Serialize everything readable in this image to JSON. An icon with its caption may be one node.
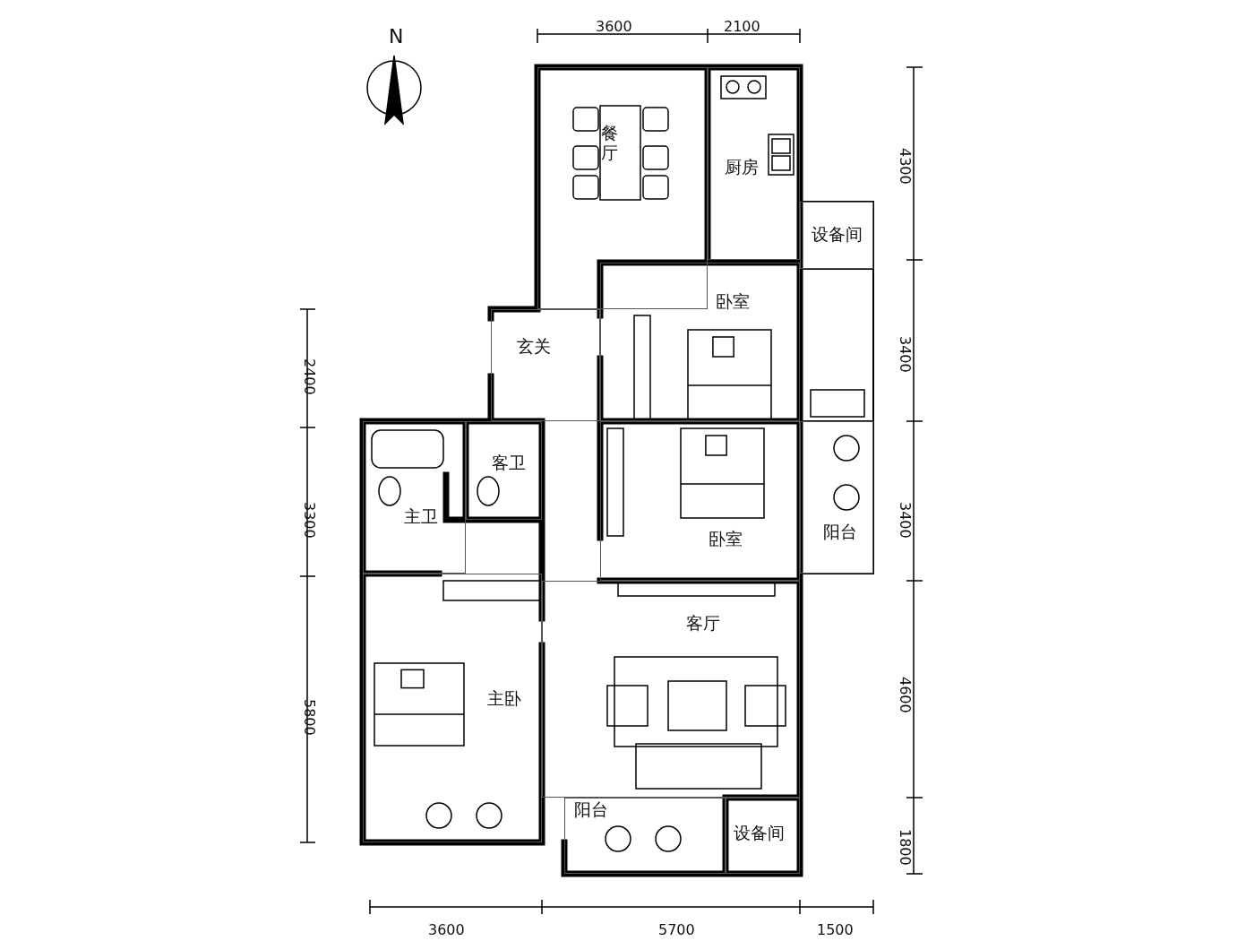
{
  "diagram": {
    "nodes": [
      {
        "text": [
          "餐厅"
        ]
      },
      {
        "text": [
          "厨房"
        ]
      },
      {
        "text": [
          "设备间"
        ]
      },
      {
        "text": [
          "卧室"
        ]
      },
      {
        "text": [
          "玄关"
        ]
      },
      {
        "text": [
          "客卫"
        ]
      },
      {
        "text": [
          "主卫"
        ]
      },
      {
        "text": [
          "卧室"
        ]
      },
      {
        "text": [
          "阳台"
        ]
      },
      {
        "text": [
          "客厅"
        ]
      },
      {
        "text": [
          "主卧"
        ]
      },
      {
        "text": [
          "阳台"
        ]
      },
      {
        "text": [
          "设备间"
        ]
      }
    ],
    "edges": [],
    "labels": [
      "N",
      "3600",
      "2100",
      "4300",
      "3400",
      "3400",
      "4600",
      "1800",
      "2400",
      "3300",
      "5800",
      "3600",
      "5700",
      "1500"
    ]
  }
}
